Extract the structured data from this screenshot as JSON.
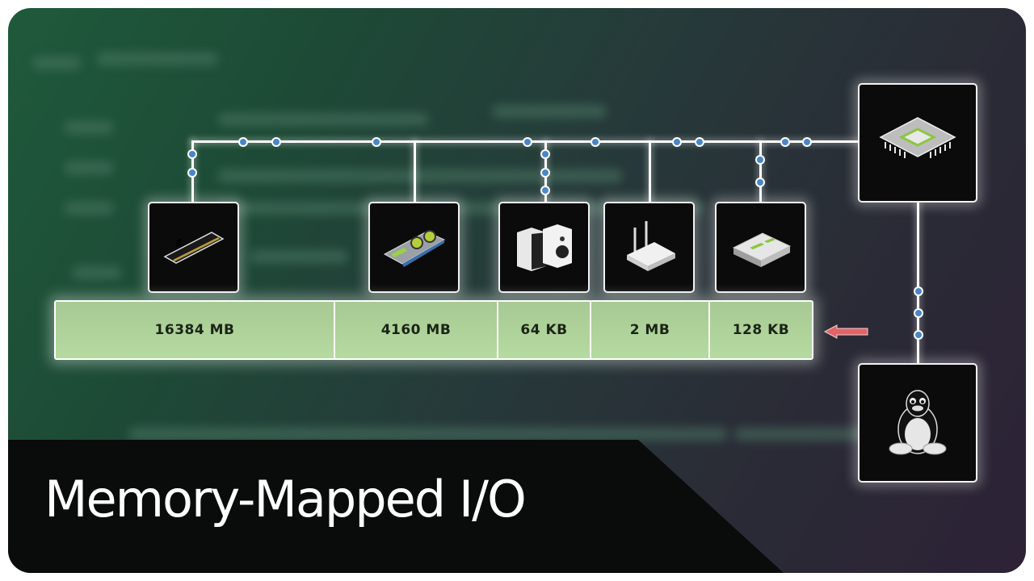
{
  "title": "Memory-Mapped I/O",
  "colors": {
    "bus_line": "#ffffff",
    "bus_dot": "#4a86c8",
    "segment_fill": "#b0d69c",
    "segment_text": "#1b2416",
    "arrow": "#e06468",
    "device_box": "#0b0b0c",
    "title_band": "#0a0b0b"
  },
  "devices": [
    {
      "id": "ram",
      "label": "RAM module",
      "icon": "ram-stick-icon"
    },
    {
      "id": "gpu",
      "label": "Graphics card",
      "icon": "gpu-icon"
    },
    {
      "id": "speakers",
      "label": "Speakers",
      "icon": "speakers-icon"
    },
    {
      "id": "router",
      "label": "Network router",
      "icon": "router-icon"
    },
    {
      "id": "hdd",
      "label": "Hard disk drive",
      "icon": "hard-drive-icon"
    },
    {
      "id": "cpu",
      "label": "CPU",
      "icon": "cpu-chip-icon"
    },
    {
      "id": "os",
      "label": "Linux",
      "icon": "tux-penguin-icon"
    }
  ],
  "memory_map": {
    "segments": [
      {
        "label": "16384 MB",
        "device": "ram"
      },
      {
        "label": "4160 MB",
        "device": "gpu"
      },
      {
        "label": "64 KB",
        "device": "speakers"
      },
      {
        "label": "2 MB",
        "device": "router"
      },
      {
        "label": "128 KB",
        "device": "hdd"
      }
    ],
    "pointer": "left-arrow"
  }
}
